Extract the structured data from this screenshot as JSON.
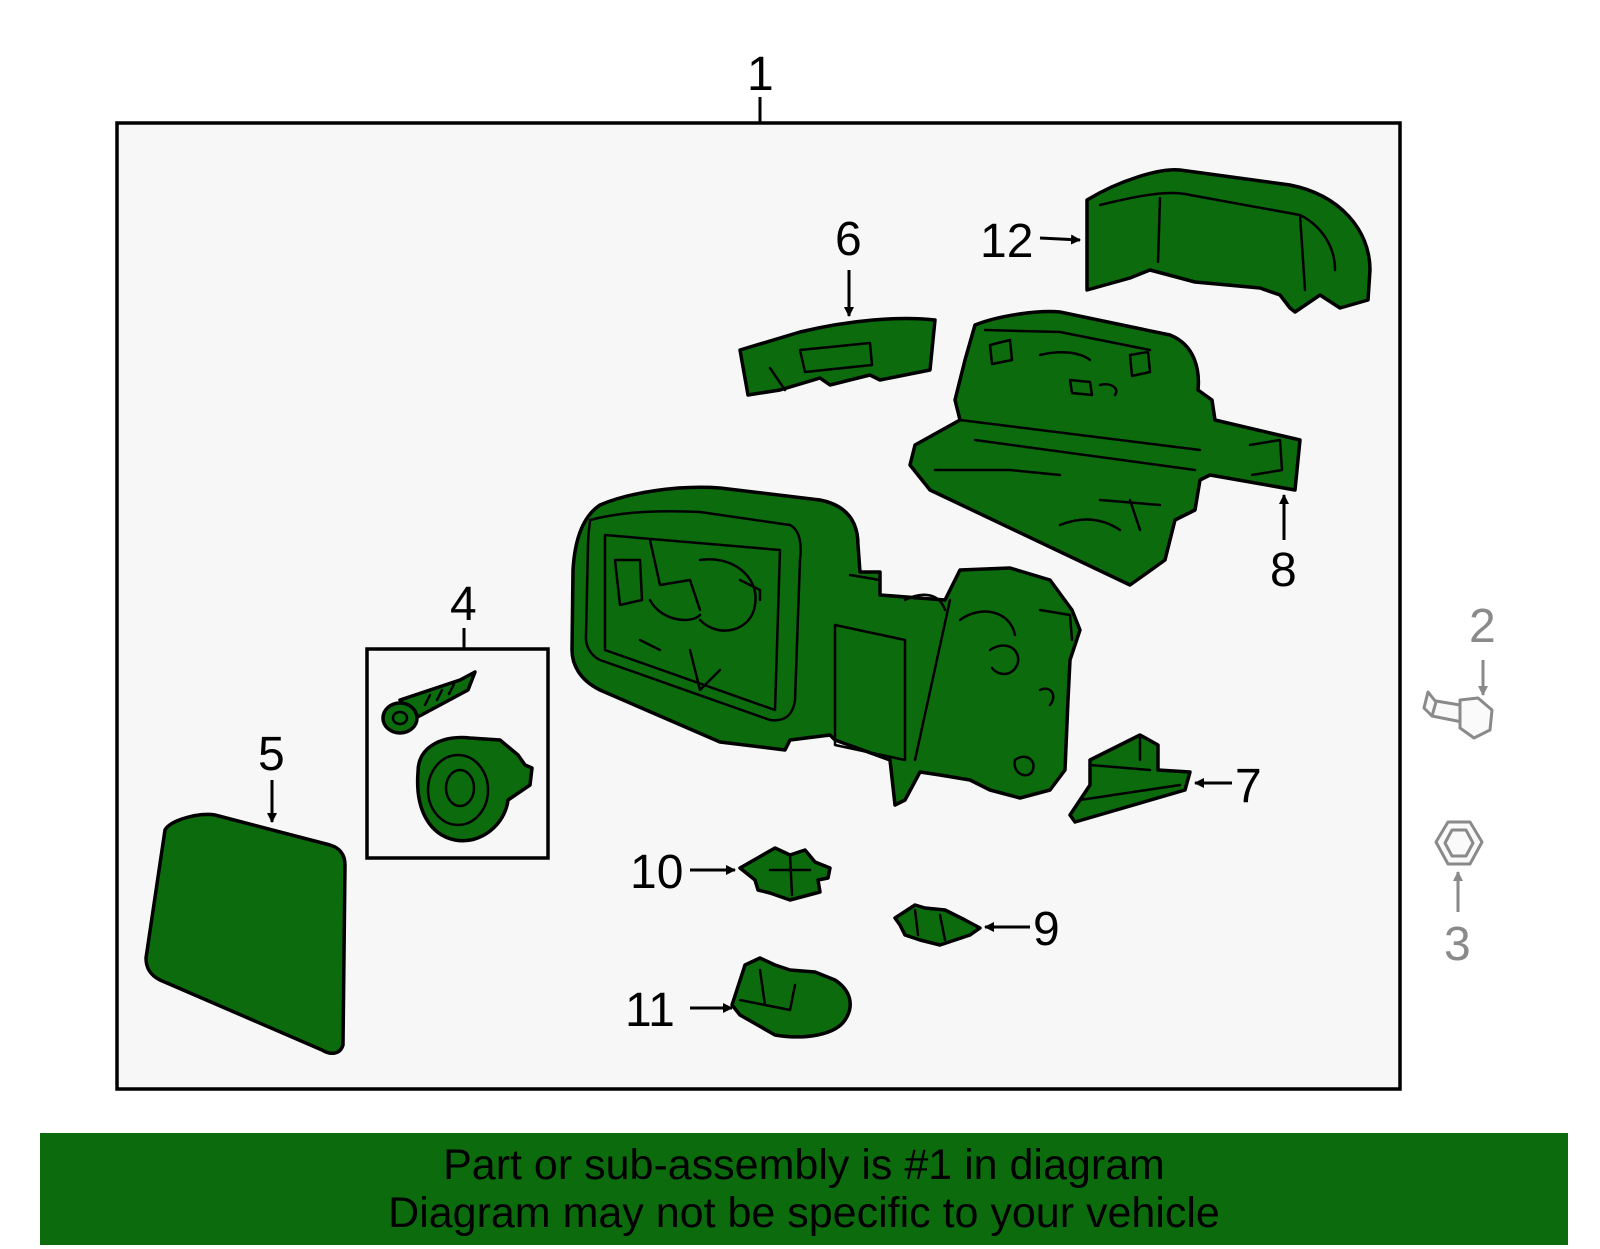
{
  "callouts": {
    "c1": "1",
    "c2": "2",
    "c3": "3",
    "c4": "4",
    "c5": "5",
    "c6": "6",
    "c7": "7",
    "c8": "8",
    "c9": "9",
    "c10": "10",
    "c11": "11",
    "c12": "12"
  },
  "banner": {
    "line1": "Part or sub-assembly is #1 in diagram",
    "line2": "Diagram may not be specific to your vehicle"
  },
  "colors": {
    "part_fill": "#0c6b0c",
    "banner_bg": "#0c6b0c",
    "frame_bg": "#f7f7f7",
    "hardware_grey": "#8a8a8a"
  }
}
